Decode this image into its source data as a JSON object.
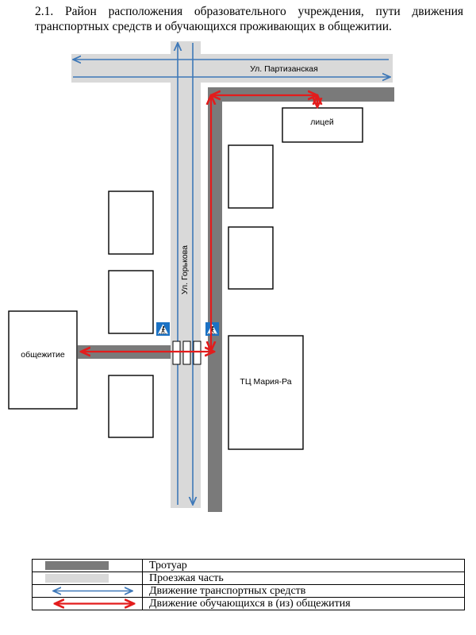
{
  "heading": "2.1. Район расположения образовательного учреждения, пути движения транспортных средств и обучающихся проживающих в общежитии.",
  "labels": {
    "street_partizanskaya": "Ул. Партизанская",
    "street_gorkova": "Ул. Горькова",
    "lyceum": "лицей",
    "dormitory": "общежитие",
    "mall": "ТЦ Мария-Ра"
  },
  "legend": {
    "sidewalk": "Тротуар",
    "roadway": "Проезжая часть",
    "vehicles": "Движение транспортных средств",
    "students": "Движение обучающихся в (из) общежития"
  },
  "colors": {
    "sidewalk": "#7a7a7a",
    "roadway": "#d9d9d9",
    "vehicle_arrow": "#3e78b8",
    "student_arrow": "#e31c1c",
    "crossing_sign": "#1b72c4"
  },
  "icons": [
    "pedestrian-crossing-icon"
  ]
}
